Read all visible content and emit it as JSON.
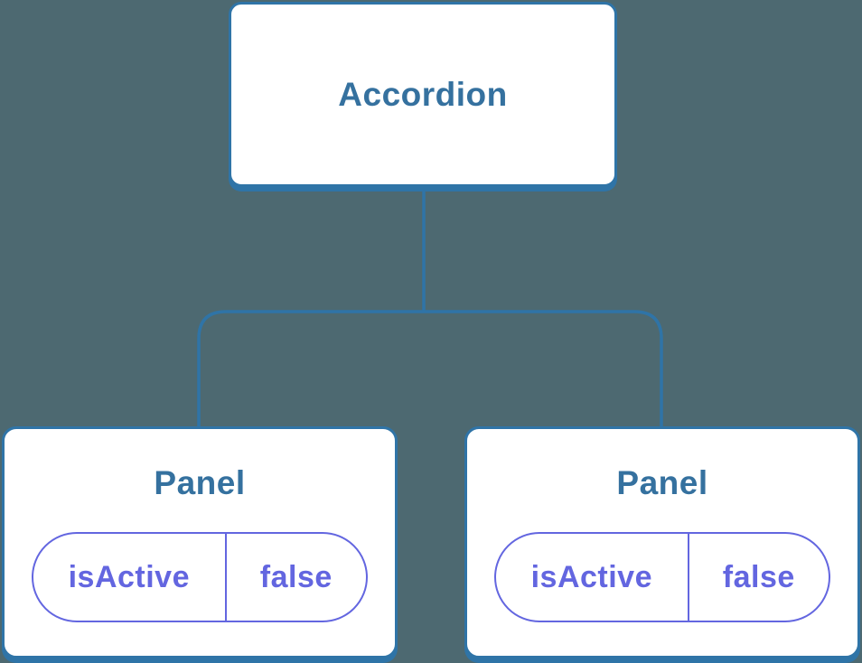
{
  "diagram": {
    "colors": {
      "background": "#4D6971",
      "line": "#2F74A7",
      "node_fill": "#FFFFFF",
      "node_border": "#2F74A7",
      "node_label": "#35719F",
      "state": "#6366E0"
    },
    "root": {
      "label": "Accordion"
    },
    "children": [
      {
        "label": "Panel",
        "state_key": "isActive",
        "state_value": "false"
      },
      {
        "label": "Panel",
        "state_key": "isActive",
        "state_value": "false"
      }
    ]
  }
}
